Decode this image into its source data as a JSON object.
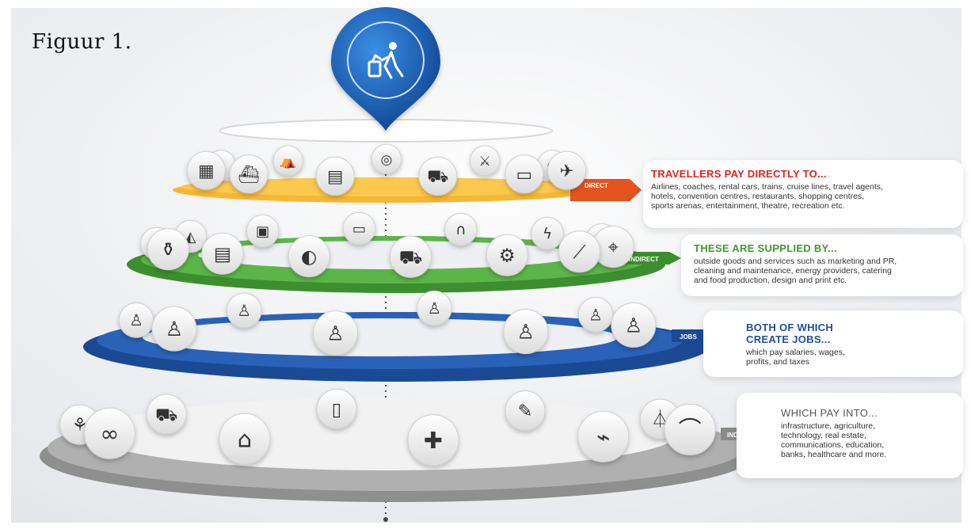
{
  "caption": "Figuur 1.",
  "colors": {
    "direct": "#f39a1d",
    "direct_title": "#e2231a",
    "indirect": "#4aa83a",
    "indirect_title": "#3f9a2e",
    "jobs": "#1d4f9c",
    "jobs_title": "#1d4f9c",
    "induced": "#9a9a9a",
    "induced_title": "#555555",
    "pin": "#1565c0"
  },
  "pin": {
    "icon": "traveller-with-luggage-icon"
  },
  "levels": [
    {
      "id": "direct",
      "tag": "DIRECT",
      "title": "TRAVELLERS PAY DIRECTLY TO...",
      "text": "Airlines, coaches, rental cars, trains, cruise lines, travel agents, hotels, convention centres, restaurants, shopping centres, sports arenas, entertainment, theatre, recreation etc.",
      "icons": [
        "airplane-icon",
        "globe-icon",
        "coach-icon",
        "sword-icon",
        "rental-car-icon",
        "dining-plate-icon",
        "train-icon",
        "tent-icon",
        "cruise-ship-icon",
        "stadium-icon",
        "hotel-building-icon"
      ]
    },
    {
      "id": "indirect",
      "tag": "INDIRECT",
      "title": "THESE ARE SUPPLIED BY...",
      "text": "outside goods and services such as marketing and PR, cleaning and maintenance, energy providers, catering and food production, design and print etc.",
      "icons": [
        "location-pin-icon",
        "megaphone-icon",
        "broom-icon",
        "lightning-icon",
        "gears-icon",
        "headset-icon",
        "delivery-truck-icon",
        "credit-card-icon",
        "roast-chicken-icon",
        "taxi-icon",
        "newspaper-icon",
        "iron-icon",
        "watering-can-icon",
        "building-icon"
      ]
    },
    {
      "id": "jobs",
      "tag": "JOBS",
      "title": "BOTH OF WHICH CREATE JOBS...",
      "text": "which pay salaries, wages, profits, and taxes",
      "icons": [
        "person-icon",
        "person-icon",
        "person-icon",
        "person-icon",
        "person-icon",
        "person-icon",
        "person-icon",
        "person-icon"
      ]
    },
    {
      "id": "induced",
      "tag": "INDUCED",
      "title": "WHICH PAY INTO...",
      "text": "infrastructure, agriculture, technology, real estate, communications, education, banks, healthcare and more.",
      "icons": [
        "bridge-icon",
        "transmission-tower-icon",
        "satellite-icon",
        "pencils-icon",
        "hospital-icon",
        "tablet-icon",
        "bank-icon",
        "shopping-cart-icon",
        "bone-icon",
        "plant-icon"
      ]
    }
  ]
}
